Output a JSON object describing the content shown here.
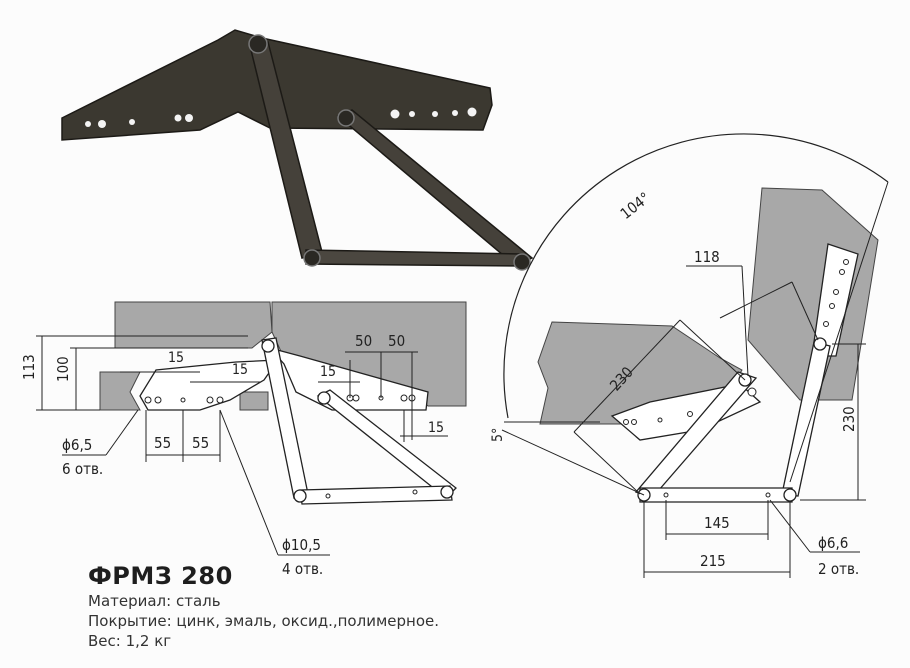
{
  "photo": {
    "alt": "Фото механизма ФРМЗ 280"
  },
  "drawing_left": {
    "dims": {
      "h113": "113",
      "h100": "100",
      "d15_a": "15",
      "d15_b": "15",
      "d15_c": "15",
      "d15_d": "15",
      "d50_a": "50",
      "d50_b": "50",
      "d55_a": "55",
      "d55_b": "55"
    },
    "callouts": {
      "holes_small_dia": "ϕ6,5",
      "holes_small_count": "6 отв.",
      "holes_large_dia": "ϕ10,5",
      "holes_large_count": "4 отв."
    }
  },
  "drawing_right": {
    "angle_top": "104°",
    "angle_small": "5°",
    "dims": {
      "d118": "118",
      "d230_a": "230",
      "d230_b": "230",
      "d145": "145",
      "d215": "215"
    },
    "callouts": {
      "holes_dia": "ϕ6,6",
      "holes_count": "2 отв."
    }
  },
  "info": {
    "title": "ФРМЗ 280",
    "material": "Материал: сталь",
    "coating": "Покрытие: цинк, эмаль, оксид.,полимерное.",
    "weight": "Вес: 1,2 кг"
  }
}
